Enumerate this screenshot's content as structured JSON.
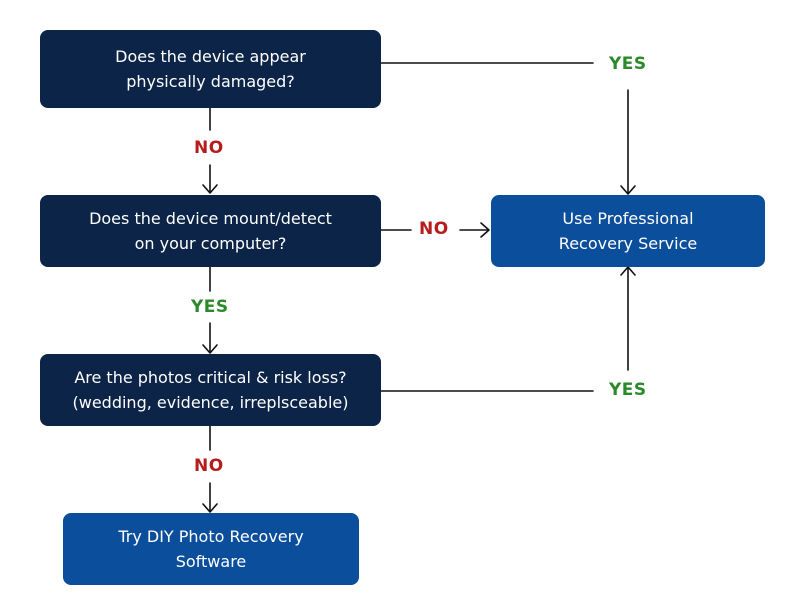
{
  "colors": {
    "question_fill": "#0c2447",
    "outcome_fill": "#0a4e9c",
    "yes": "#2a8a2a",
    "no": "#b51d1d",
    "line": "#111111"
  },
  "nodes": {
    "q1": {
      "line1": "Does the device appear",
      "line2": "physically damaged?"
    },
    "q2": {
      "line1": "Does the device mount/detect",
      "line2": "on your computer?"
    },
    "q3": {
      "line1": "Are the photos critical & risk loss?",
      "line2": "(wedding, evidence, irreplsceable)"
    },
    "pro": {
      "line1": "Use Professional",
      "line2": "Recovery Service"
    },
    "diy": {
      "line1": "Try DIY Photo Recovery",
      "line2": "Software"
    }
  },
  "labels": {
    "q1_no": "NO",
    "q1_yes": "YES",
    "q2_no": "NO",
    "q2_yes": "YES",
    "q3_no": "NO",
    "q3_yes": "YES"
  }
}
